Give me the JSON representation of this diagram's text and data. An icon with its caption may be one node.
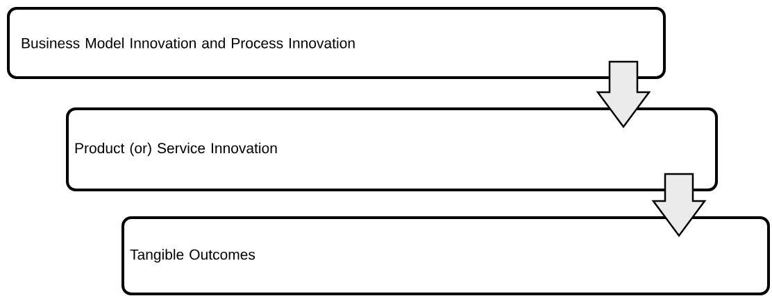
{
  "diagram": {
    "nodes": [
      {
        "text": [
          "Business Model Innovation and Process Innovation"
        ]
      },
      {
        "text": [
          "Product (or) Service Innovation"
        ]
      },
      {
        "text": [
          "Tangible Outcomes"
        ]
      }
    ],
    "edges": [
      {
        "from": 0,
        "to": 1,
        "arrow": "to"
      },
      {
        "from": 1,
        "to": 2,
        "arrow": "to"
      }
    ]
  }
}
